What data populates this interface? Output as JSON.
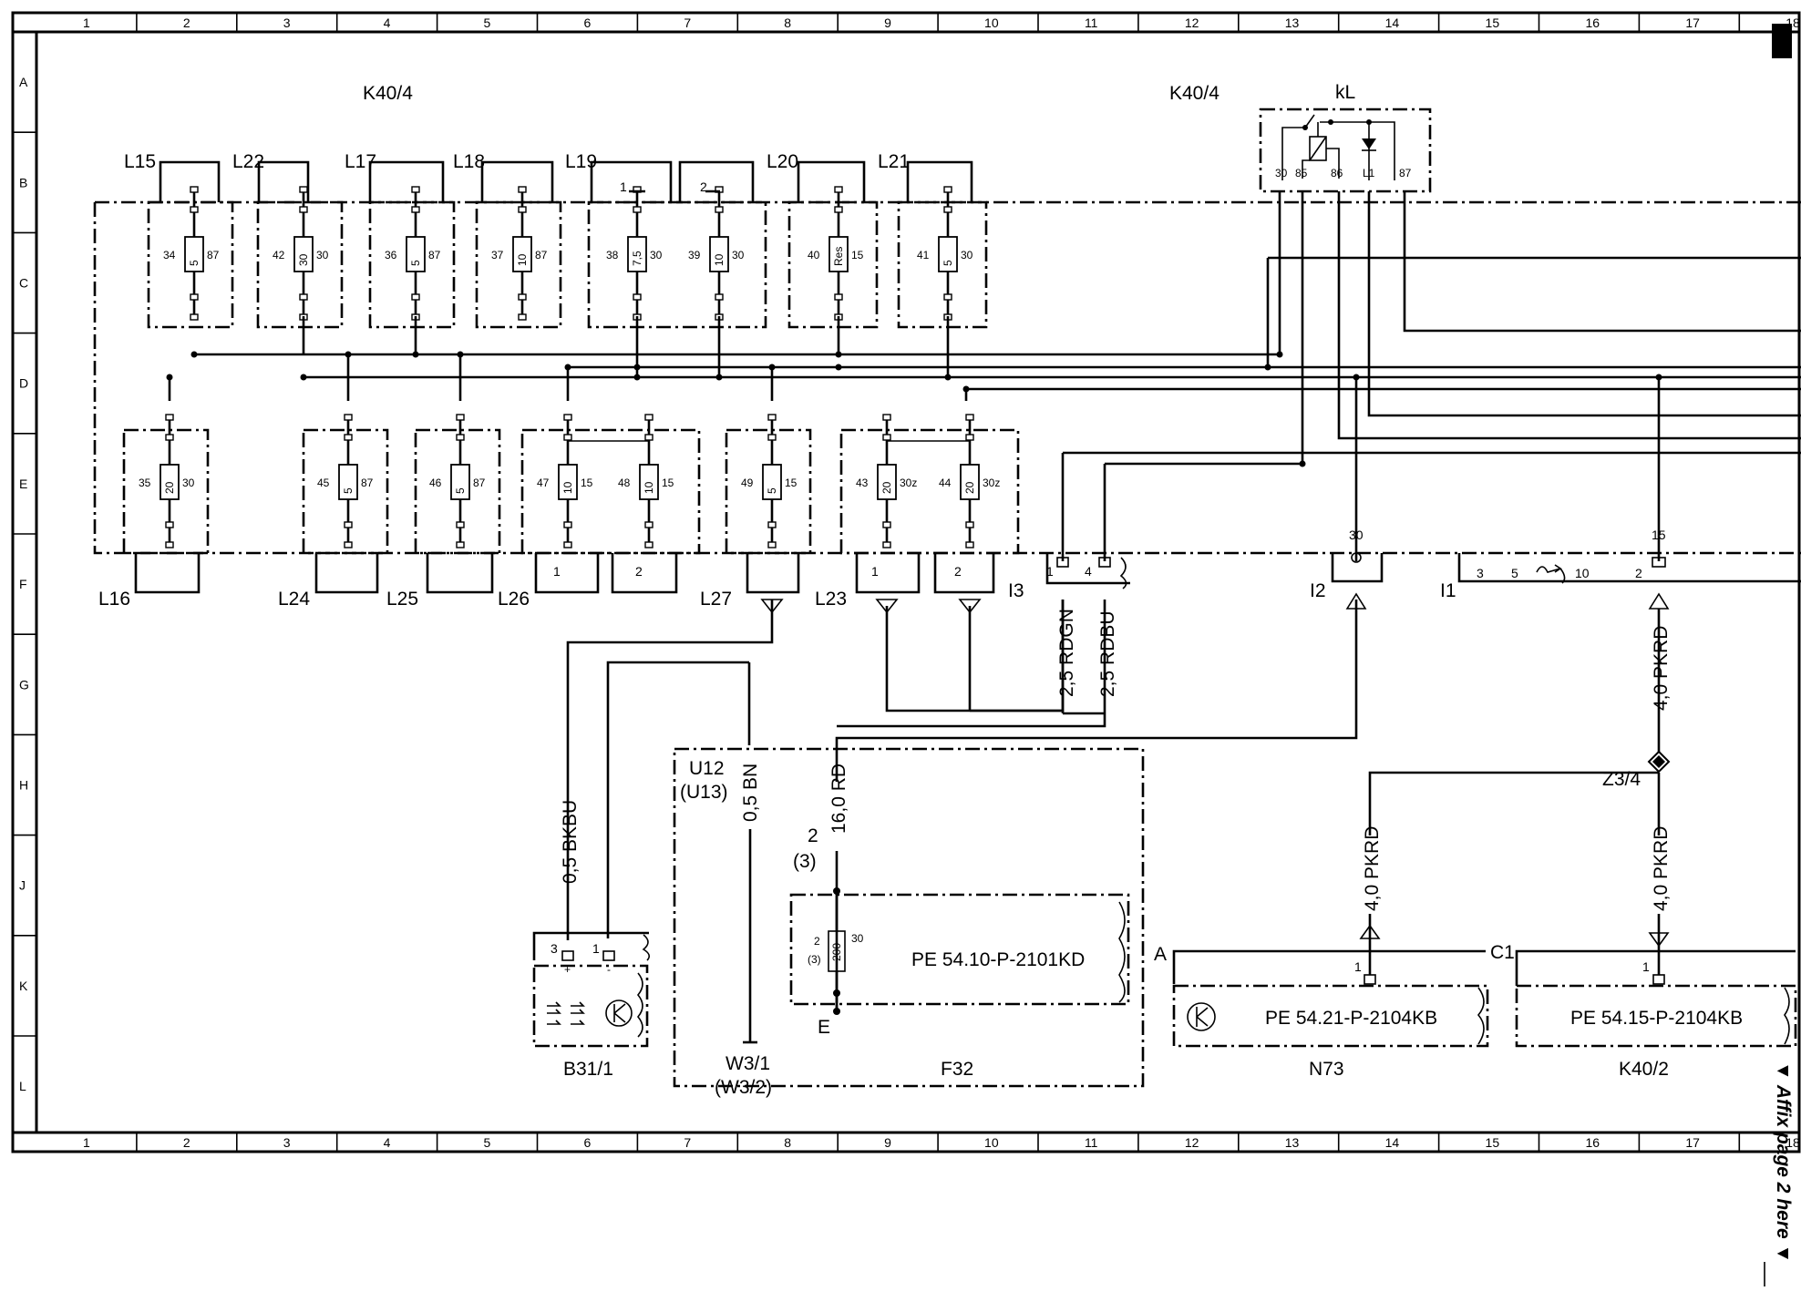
{
  "grid": {
    "columns": [
      "1",
      "2",
      "3",
      "4",
      "5",
      "6",
      "7",
      "8",
      "9",
      "10",
      "11",
      "12",
      "13",
      "14",
      "15",
      "16",
      "17",
      "18"
    ],
    "rows": [
      "A",
      "B",
      "C",
      "D",
      "E",
      "F",
      "G",
      "H",
      "J",
      "K",
      "L"
    ]
  },
  "titles": {
    "fuse_box": "K40/4",
    "relay_box": "K40/4",
    "relay": "kL"
  },
  "relay_pins": [
    "30",
    "85",
    "86",
    "L1",
    "87"
  ],
  "upper_fuses": [
    {
      "label": "L15",
      "num": "34",
      "rating": "5",
      "term": "87"
    },
    {
      "label": "L22",
      "num": "42",
      "rating": "30",
      "term": "30"
    },
    {
      "label": "L17",
      "num": "36",
      "rating": "5",
      "term": "87"
    },
    {
      "label": "L18",
      "num": "37",
      "rating": "10",
      "term": "87"
    },
    {
      "label": "L19",
      "num": "38",
      "rating": "7,5",
      "term": "30",
      "sub": "1"
    },
    {
      "label": "",
      "num": "39",
      "rating": "10",
      "term": "30",
      "sub": "2"
    },
    {
      "label": "L20",
      "num": "40",
      "rating": "Res",
      "term": "15"
    },
    {
      "label": "L21",
      "num": "41",
      "rating": "5",
      "term": "30"
    }
  ],
  "lower_fuses": [
    {
      "label": "L16",
      "num": "35",
      "rating": "20",
      "term": "30"
    },
    {
      "label": "L24",
      "num": "45",
      "rating": "5",
      "term": "87"
    },
    {
      "label": "L25",
      "num": "46",
      "rating": "5",
      "term": "87"
    },
    {
      "label": "L26",
      "num": "47",
      "rating": "10",
      "term": "15",
      "sub": "1"
    },
    {
      "label": "",
      "num": "48",
      "rating": "10",
      "term": "15",
      "sub": "2"
    },
    {
      "label": "L27",
      "num": "49",
      "rating": "5",
      "term": "15"
    },
    {
      "label": "L23",
      "num": "43",
      "rating": "20",
      "term": "30z",
      "sub": "1"
    },
    {
      "label": "",
      "num": "44",
      "rating": "20",
      "term": "30z",
      "sub": "2"
    }
  ],
  "connectors": {
    "i3": {
      "name": "I3",
      "pins": [
        "1",
        "4"
      ]
    },
    "i2": {
      "name": "I2",
      "pin": "30"
    },
    "i1": {
      "name": "I1",
      "pins": [
        "3",
        "5",
        "10",
        "2"
      ],
      "pin_top": "15"
    }
  },
  "wires": {
    "rdgn": "2,5 RDGN",
    "rdbu": "2,5 RDBU",
    "pkrd_upper": "4,0 PKRD",
    "pkrd_left": "4,0 PKRD",
    "pkrd_right": "4,0 PKRD",
    "bkbu": "0,5 BKBU",
    "bn": "0,5 BN",
    "rd": "16,0 RD"
  },
  "splice": "Z3/4",
  "components": {
    "u12": {
      "line1": "U12",
      "line2": "(U13)"
    },
    "b31": {
      "name": "B31/1",
      "pin3": "3",
      "pin1": "1",
      "plus": "+",
      "minus": "-"
    },
    "w3": {
      "line1": "W3/1",
      "line2": "(W3/2)"
    },
    "f32": {
      "name": "F32",
      "pin_a": "2",
      "pin_b": "(3)",
      "fuse_pin_a": "2",
      "fuse_pin_b": "(3)",
      "rating": "200",
      "term": "30",
      "ref": "PE 54.10-P-2101KD",
      "ground": "E"
    },
    "n73": {
      "name": "N73",
      "pin": "1",
      "ref": "PE 54.21-P-2104KB",
      "marker": "A"
    },
    "k402": {
      "name": "K40/2",
      "pin": "1",
      "ref": "PE 54.15-P-2104KB",
      "marker": "C1"
    }
  },
  "affix_note": "▼ Affix page 2 here ▼"
}
